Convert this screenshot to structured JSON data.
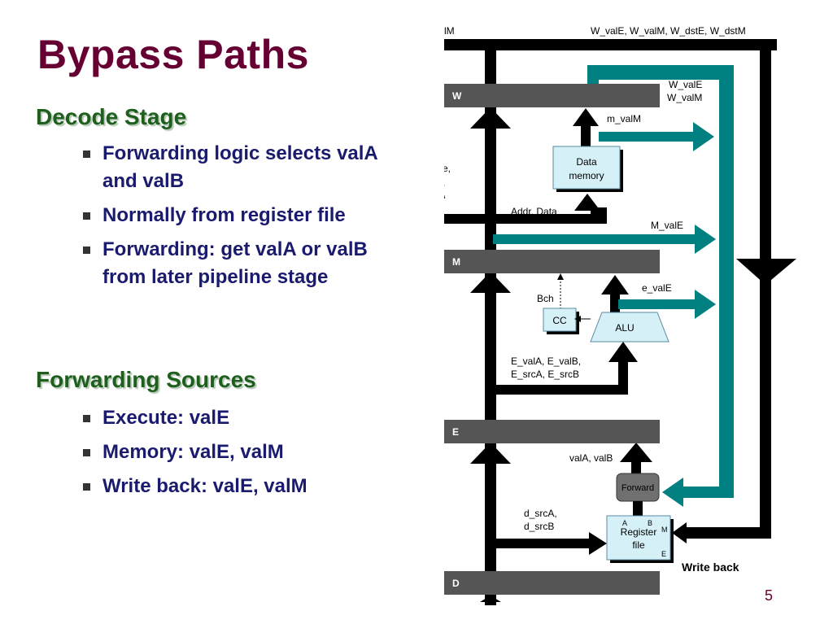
{
  "slide": {
    "title": "Bypass Paths",
    "page_number": "5"
  },
  "sections": [
    {
      "heading": "Decode Stage",
      "bullets": [
        "Forwarding logic selects valA and valB",
        "Normally from register file",
        "Forwarding: get valA or valB from later pipeline stage"
      ]
    },
    {
      "heading": "Forwarding Sources",
      "bullets": [
        "Execute: valE",
        "Memory: valE, valM",
        "Write back: valE, valM"
      ]
    }
  ],
  "diagram": {
    "top_left_label": "lM",
    "top_right_label": "W_valE, W_valM, W_dstE, W_dstM",
    "stages": {
      "w": "W",
      "m": "M",
      "e": "E",
      "d": "D"
    },
    "w_forward_label_1": "W_valE",
    "w_forward_label_2": "W_valM",
    "m_valm_label": "m_valM",
    "data_memory_1": "Data",
    "data_memory_2": "memory",
    "clipped_1": "e,",
    "clipped_2": ",",
    "clipped_3": "\\",
    "addr_data_label": "Addr, Data",
    "m_vale_label": "M_valE",
    "bch_label": "Bch",
    "e_vale_label": "e_valE",
    "cc_label": "CC",
    "alu_label": "ALU",
    "e_inputs_1": "E_valA, E_valB,",
    "e_inputs_2": "E_srcA, E_srcB",
    "vala_valb_label": "valA, valB",
    "forward_label": "Forward",
    "d_src_1": "d_srcA,",
    "d_src_2": "d_srcB",
    "regfile_1": "Register",
    "regfile_2": "file",
    "port_a": "A",
    "port_b": "B",
    "port_m": "M",
    "port_e": "E",
    "write_back_label": "Write back"
  },
  "colors": {
    "title": "#660033",
    "section_heading": "#1e5f1e",
    "bullet_text": "#1a1a6e",
    "pipeline_register": "#555555",
    "forwarding_path": "#008080",
    "component_fill": "#d6f0f8",
    "forward_unit": "#707070"
  }
}
